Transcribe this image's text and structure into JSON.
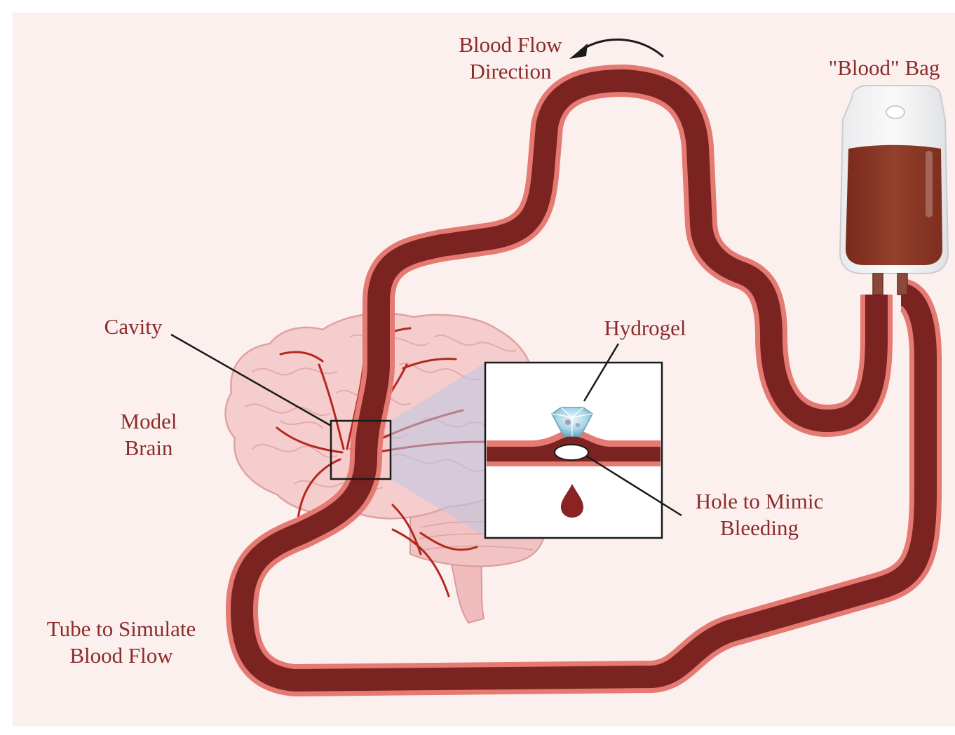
{
  "labels": {
    "flow_direction": [
      "Blood Flow",
      "Direction"
    ],
    "blood_bag": "\"Blood\" Bag",
    "cavity": "Cavity",
    "hydrogel": "Hydrogel",
    "model_brain": [
      "Model",
      "Brain"
    ],
    "hole": [
      "Hole to Mimic",
      "Bleeding"
    ],
    "tube": [
      "Tube to Simulate",
      "Blood Flow"
    ]
  },
  "colors": {
    "background": "#fcf0ef",
    "label_text": "#8b2c2a",
    "tube_inner": "#7a2320",
    "tube_outer": "#e47a72",
    "blood": "#8a3324",
    "brain": "#f6cdcd",
    "brain_vessels": "#b3281e",
    "hydrogel": "#a9d6e8",
    "leader_lines": "#1a1a1a"
  }
}
